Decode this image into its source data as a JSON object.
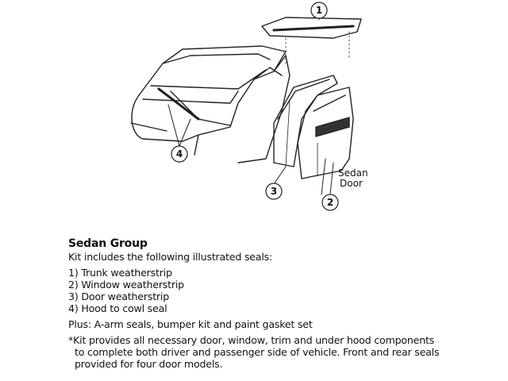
{
  "diagram": {
    "callouts": [
      "1",
      "2",
      "3",
      "4"
    ],
    "door_label_line1": "Sedan",
    "door_label_line2": "Door"
  },
  "text": {
    "title": "Sedan Group",
    "intro": "Kit includes the following illustrated seals:",
    "items": [
      "1) Trunk weatherstrip",
      "2) Window weatherstrip",
      "3) Door weatherstrip",
      "4) Hood to cowl seal"
    ],
    "plus": "Plus: A-arm seals, bumper kit and paint gasket set",
    "note_lines": [
      "*Kit provides all necessary door, window, trim and under hood components",
      "to complete both driver and passenger side of vehicle.  Front and rear seals",
      "provided for four door models."
    ]
  }
}
